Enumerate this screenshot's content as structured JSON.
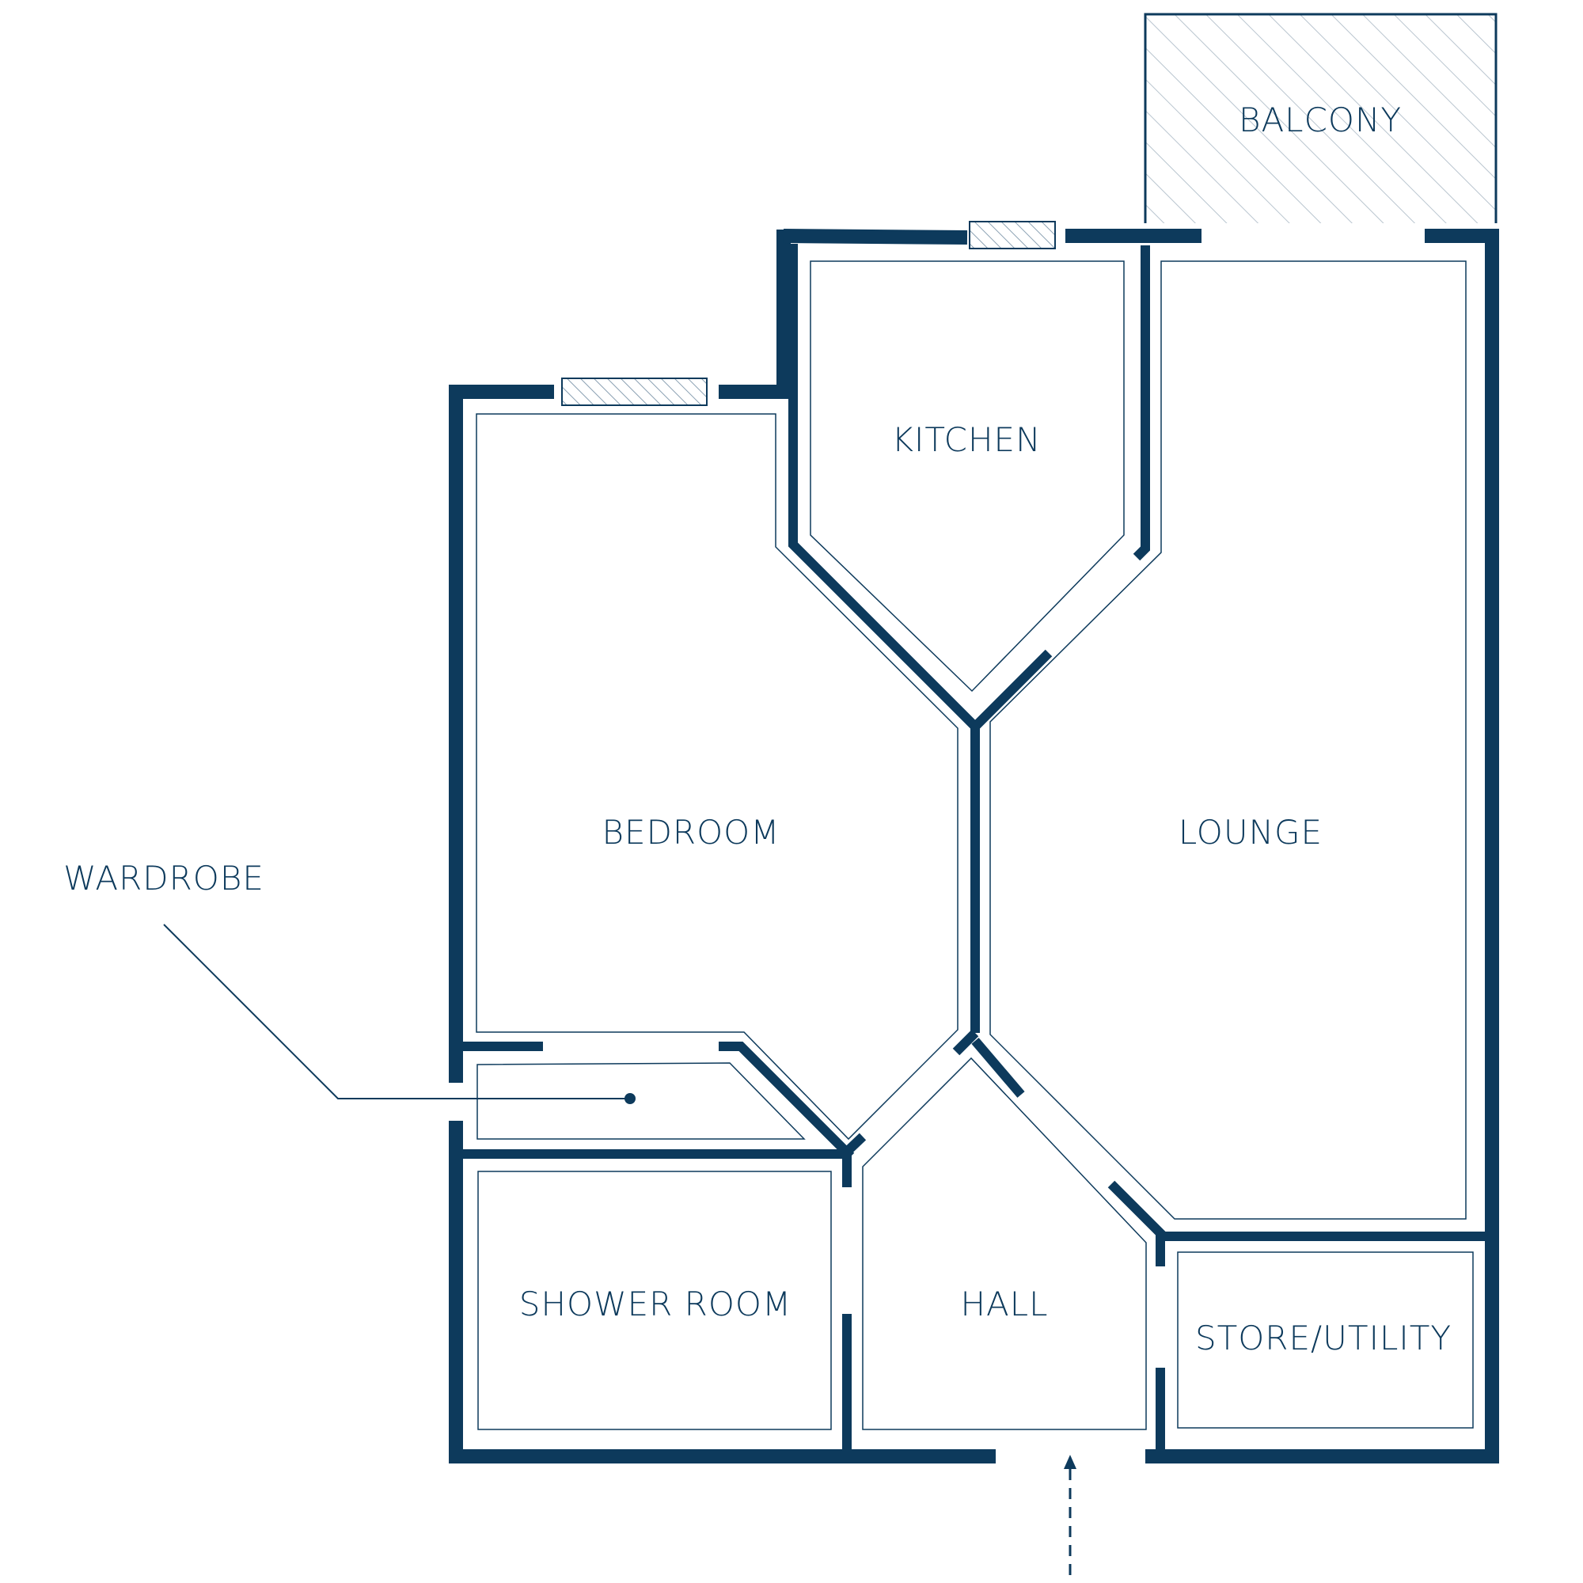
{
  "rooms": {
    "balcony": "BALCONY",
    "kitchen": "KITCHEN",
    "bedroom": "BEDROOM",
    "lounge": "LOUNGE",
    "wardrobe": "WARDROBE",
    "shower_room": "SHOWER ROOM",
    "hall": "HALL",
    "store_utility": "STORE/UTILITY"
  },
  "colors": {
    "wall": "#0d3a5c",
    "background": "#ffffff"
  },
  "icons": {
    "entrance": "arrow-up-icon"
  }
}
